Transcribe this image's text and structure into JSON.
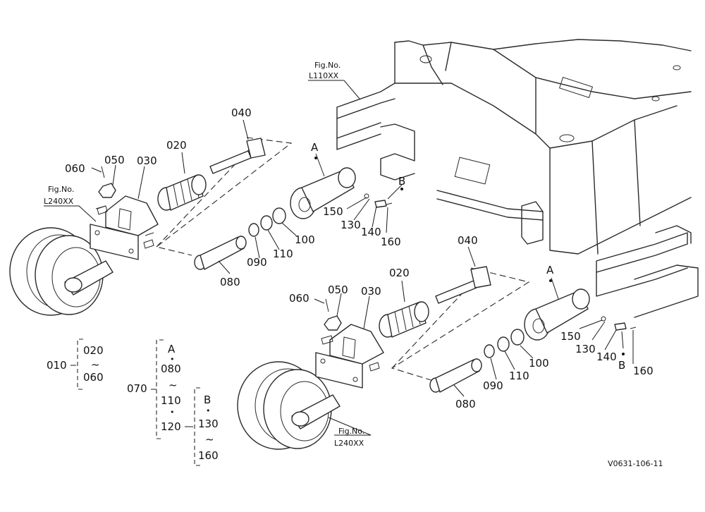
{
  "labels": {
    "fig_frame_a": "Fig.No.",
    "fig_frame_b": "L110XX",
    "fig_wheel1_a": "Fig.No.",
    "fig_wheel1_b": "L240XX",
    "fig_wheel2_a": "Fig.No.",
    "fig_wheel2_b": "L240XX",
    "drawing_code": "V0631-106-11"
  },
  "upper_assembly": {
    "p040": "040",
    "p020": "020",
    "p030": "030",
    "p050": "050",
    "p060": "060",
    "pA": "A",
    "pB": "B",
    "p150": "150",
    "p130": "130",
    "p140": "140",
    "p160": "160",
    "p100": "100",
    "p110": "110",
    "p090": "090",
    "p080": "080"
  },
  "lower_assembly": {
    "p040": "040",
    "p020": "020",
    "p030": "030",
    "p050": "050",
    "p060": "060",
    "pA": "A",
    "pB": "B",
    "p150": "150",
    "p130": "130",
    "p140": "140",
    "p160": "160",
    "p100": "100",
    "p110": "110",
    "p090": "090",
    "p080": "080"
  },
  "legend": {
    "g010": {
      "parent": "010",
      "from": "020",
      "tilde": "~",
      "to": "060"
    },
    "g070": {
      "parent": "070",
      "a": "A",
      "dot1": "•",
      "a080": "080",
      "tilde": "~",
      "a110": "110",
      "dot2": "•",
      "a120": "120"
    },
    "gB": {
      "b": "B",
      "dot": "•",
      "b130": "130",
      "tilde": "~",
      "b160": "160"
    }
  }
}
